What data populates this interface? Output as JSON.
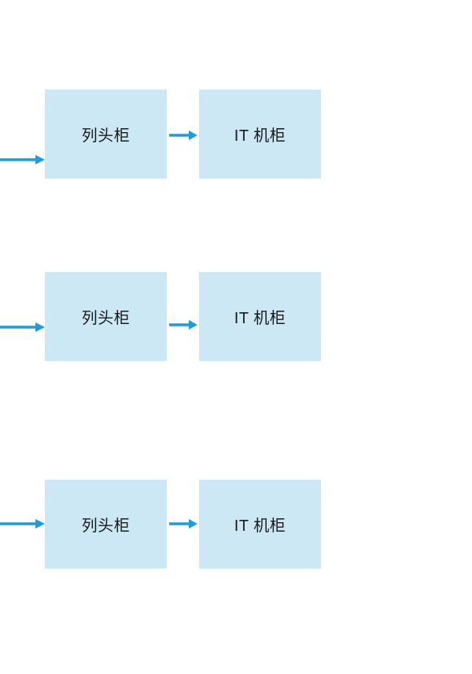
{
  "colors": {
    "arrow": "#1a9ce0",
    "node_fill": "#cde8f5",
    "node_text": "#1a1a1a",
    "background": "#ffffff"
  },
  "diagram": {
    "rows": [
      {
        "source_label": "列头柜",
        "target_label": "IT 机柜"
      },
      {
        "source_label": "列头柜",
        "target_label": "IT 机柜"
      },
      {
        "source_label": "列头柜",
        "target_label": "IT 机柜"
      }
    ]
  }
}
